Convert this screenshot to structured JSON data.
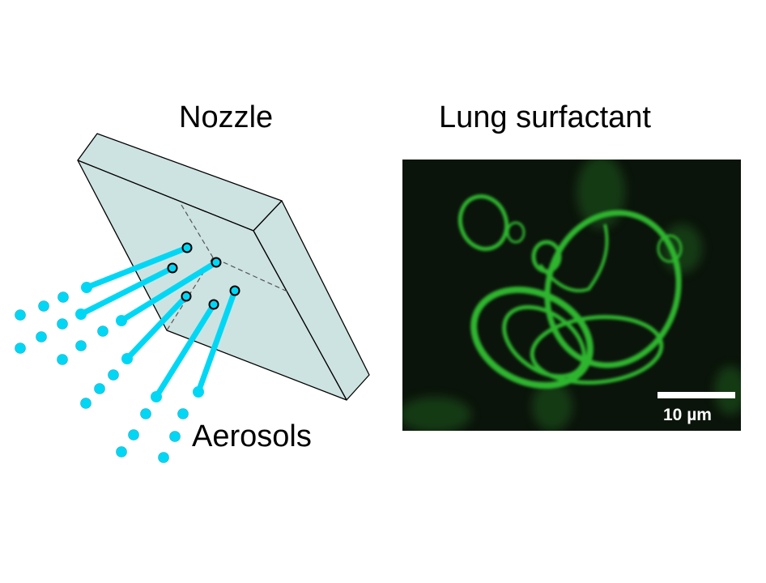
{
  "titles": {
    "nozzle": "Nozzle",
    "lung_surfactant": "Lung surfactant",
    "aerosols": "Aerosols"
  },
  "micrograph": {
    "scale_bar_label": "10 µm"
  },
  "colors": {
    "plate": "#cde3e1",
    "jet": "#00d7f5",
    "fluorescence": "#2fb52f",
    "background_dark": "#0b140b"
  }
}
